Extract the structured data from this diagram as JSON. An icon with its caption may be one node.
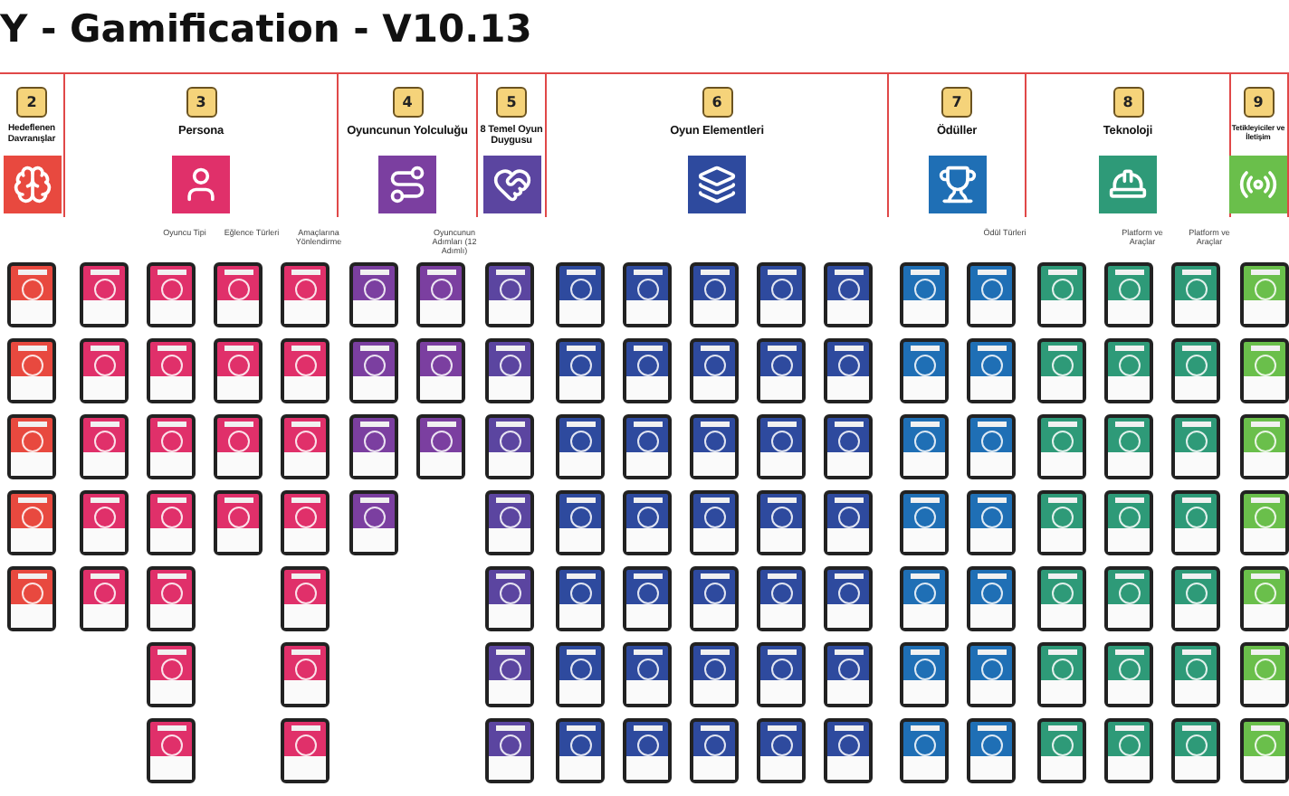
{
  "diagram": {
    "title": "Y - Gamification - V10.13",
    "nodes": [
      {
        "text": [
          "2",
          "Hedeflenen Davranışlar"
        ]
      },
      {
        "text": [
          "3",
          "Persona"
        ]
      },
      {
        "text": [
          "4",
          "Oyuncunun Yolculuğu"
        ]
      },
      {
        "text": [
          "5",
          "8 Temel Oyun Duygusu"
        ]
      },
      {
        "text": [
          "6",
          "Oyun Elementleri"
        ]
      },
      {
        "text": [
          "7",
          "Ödüller"
        ]
      },
      {
        "text": [
          "8",
          "Teknoloji"
        ]
      },
      {
        "text": [
          "9",
          "Tetikleyiciler ve İletişim"
        ]
      }
    ],
    "labels": [
      "Oyuncu Tipi",
      "Eğlence Türleri",
      "Amaçlarına Yönlendirme",
      "Oyuncunun Adımları (12 Adımlı)",
      "Ödül Türleri",
      "Platform ve Araçlar",
      "Platform ve Araçlar"
    ]
  }
}
